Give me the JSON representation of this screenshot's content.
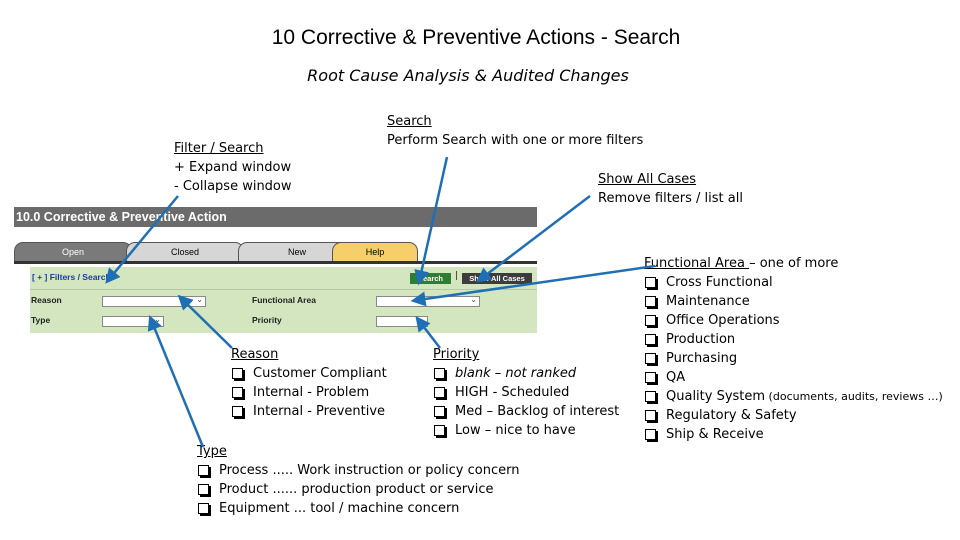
{
  "title": "10 Corrective & Preventive Actions - Search",
  "subtitle": "Root Cause Analysis & Audited Changes",
  "notes": {
    "filter": {
      "heading": "Filter / Search",
      "lines": [
        "+ Expand window",
        "- Collapse window"
      ]
    },
    "search": {
      "heading": "Search",
      "lines": [
        "Perform Search with one or more filters"
      ]
    },
    "show_all": {
      "heading": "Show All Cases",
      "lines": [
        "Remove filters / list all"
      ]
    },
    "reason": {
      "heading": "Reason",
      "items": [
        "Customer Compliant",
        "Internal - Problem",
        "Internal - Preventive"
      ]
    },
    "priority": {
      "heading": "Priority",
      "items": [
        "blank – not ranked",
        "HIGH - Scheduled",
        "Med – Backlog of interest",
        "Low – nice to have"
      ]
    },
    "type": {
      "heading": "Type",
      "items": [
        "Process ..... Work instruction or policy concern",
        "Product ...... production product or service",
        "Equipment ... tool / machine concern"
      ]
    },
    "functional_area": {
      "heading": "Functional Area ",
      "heading_suffix": "– one of more",
      "items": [
        "Cross Functional",
        "Maintenance",
        "Office Operations",
        "Production",
        "Purchasing",
        "QA",
        "Quality System",
        "Regulatory & Safety",
        "Ship & Receive"
      ],
      "quality_system_detail": " (documents, audits, reviews …)"
    }
  },
  "app": {
    "header": "10.0 Corrective & Preventive Action",
    "tabs": [
      "Open",
      "Closed",
      "New",
      "Help"
    ],
    "filter_link": "[ + ] Filters / Search",
    "search_button": "Search",
    "separator": "|",
    "show_all_button": "Show All Cases",
    "fields": {
      "reason": "Reason",
      "functional_area": "Functional Area",
      "type": "Type",
      "priority": "Priority"
    }
  },
  "colors": {
    "arrow": "#1f6fb5",
    "header_bar": "#6b6b6b",
    "panel": "#d3e6c0",
    "help_tab": "#f6cf6b",
    "tab": "#d6d6d6"
  }
}
